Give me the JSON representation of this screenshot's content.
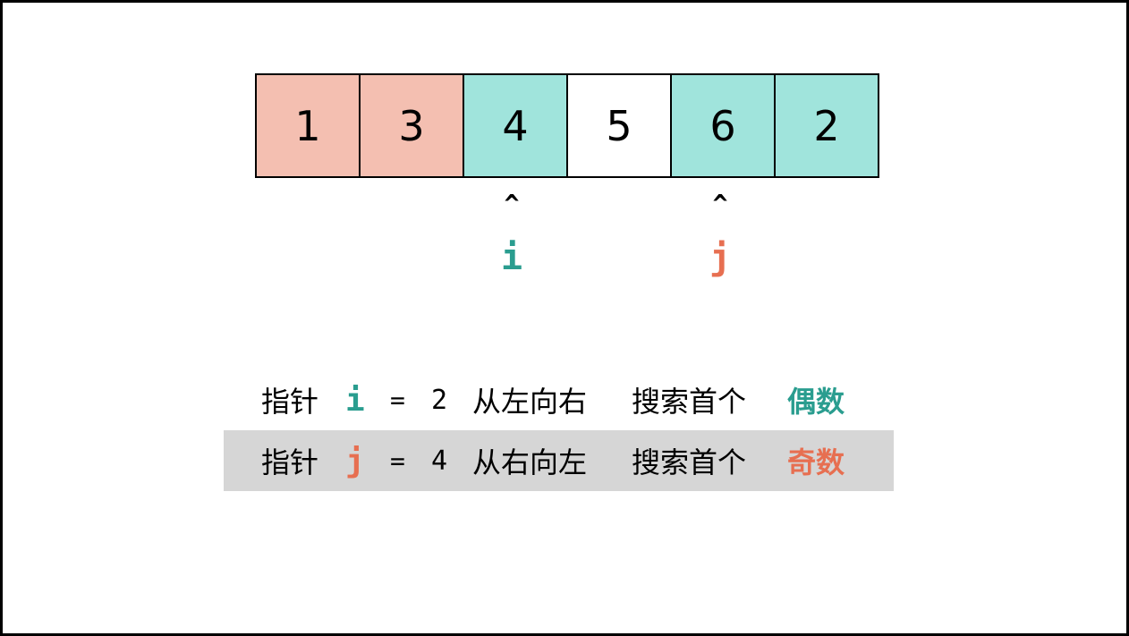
{
  "colors": {
    "odd_fill": "#f4bfb1",
    "even_fill": "#a0e4dc",
    "neutral_fill": "#ffffff",
    "teal": "#2a9d8f",
    "orange": "#e76f51",
    "highlight_bg": "#d6d6d6"
  },
  "array": [
    {
      "value": "1",
      "state": "odd"
    },
    {
      "value": "3",
      "state": "odd"
    },
    {
      "value": "4",
      "state": "even"
    },
    {
      "value": "5",
      "state": "neutral"
    },
    {
      "value": "6",
      "state": "even"
    },
    {
      "value": "2",
      "state": "even"
    }
  ],
  "pointers": {
    "i": {
      "caret": "^",
      "label": "i",
      "index": 2
    },
    "j": {
      "caret": "^",
      "label": "j",
      "index": 4
    }
  },
  "lines": [
    {
      "label": "指针",
      "var": "i",
      "eq": "=",
      "val": "2",
      "dir": "从左向右",
      "search": "搜索首个",
      "target": "偶数",
      "highlighted": false
    },
    {
      "label": "指针",
      "var": "j",
      "eq": "=",
      "val": "4",
      "dir": "从右向左",
      "search": "搜索首个",
      "target": "奇数",
      "highlighted": true
    }
  ]
}
